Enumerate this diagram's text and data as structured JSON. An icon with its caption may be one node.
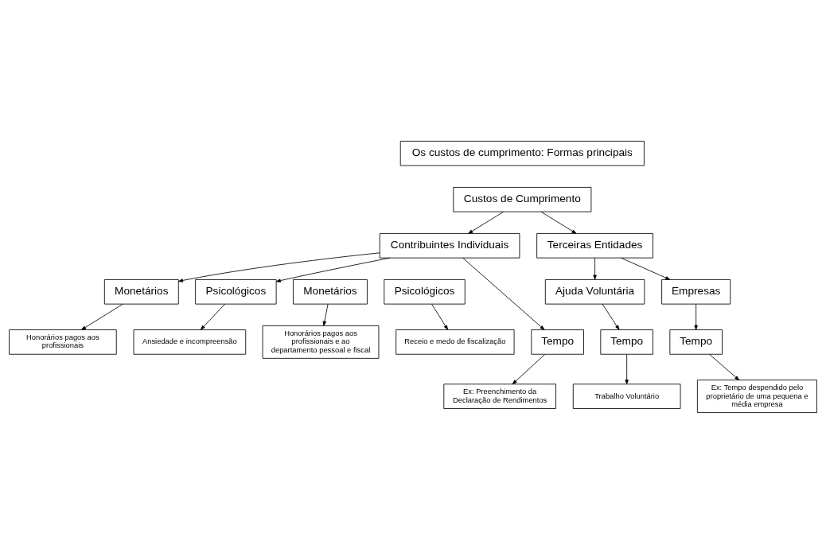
{
  "diagram": {
    "nodes": [
      {
        "text": [
          "Os custos de cumprimento: Formas principais"
        ]
      },
      {
        "text": [
          "Custos de Cumprimento"
        ]
      },
      {
        "text": [
          "Contribuintes Individuais"
        ]
      },
      {
        "text": [
          "Terceiras Entidades"
        ]
      },
      {
        "text": [
          "Ajuda Voluntária"
        ]
      },
      {
        "text": [
          "Empresas"
        ]
      },
      {
        "text": [
          "Monetários"
        ]
      },
      {
        "text": [
          "Psicológicos"
        ]
      },
      {
        "text": [
          "Monetários"
        ]
      },
      {
        "text": [
          "Psicológicos"
        ]
      },
      {
        "text": [
          "Honorários pagos aos profissionais"
        ]
      },
      {
        "text": [
          "Ansiedade e incompreensão"
        ]
      },
      {
        "text": [
          "Honorários pagos aos profissionais e ao departamento pessoal e fiscal"
        ]
      },
      {
        "text": [
          "Receio e medo de fiscalização"
        ]
      },
      {
        "text": [
          "Tempo"
        ]
      },
      {
        "text": [
          "Tempo"
        ]
      },
      {
        "text": [
          "Tempo"
        ]
      },
      {
        "text": [
          "Ex: Preenchimento da Declaração de Rendimentos"
        ]
      },
      {
        "text": [
          "Trabalho Voluntário"
        ]
      },
      {
        "text": [
          "Ex: Tempo despendido pelo proprietário de uma pequena e média empresa"
        ]
      }
    ],
    "edges": [
      {
        "from": 1,
        "to": 2,
        "arrow": "to"
      },
      {
        "from": 1,
        "to": 3,
        "arrow": "to"
      },
      {
        "from": 2,
        "to": 6,
        "arrow": "to"
      },
      {
        "from": 2,
        "to": 14,
        "arrow": "to"
      },
      {
        "from": 2,
        "to": 7,
        "arrow": "to"
      },
      {
        "from": 3,
        "to": 4,
        "arrow": "to"
      },
      {
        "from": 3,
        "to": 5,
        "arrow": "to"
      },
      {
        "from": 4,
        "to": 15,
        "arrow": "to"
      },
      {
        "from": 5,
        "to": 16,
        "arrow": "to"
      },
      {
        "from": 6,
        "to": 10,
        "arrow": "to"
      },
      {
        "from": 7,
        "to": 11,
        "arrow": "to"
      },
      {
        "from": 8,
        "to": 12,
        "arrow": "to"
      },
      {
        "from": 9,
        "to": 13,
        "arrow": "to"
      },
      {
        "from": 14,
        "to": 17,
        "arrow": "to"
      },
      {
        "from": 15,
        "to": 18,
        "arrow": "to"
      },
      {
        "from": 16,
        "to": 19,
        "arrow": "to"
      }
    ]
  }
}
